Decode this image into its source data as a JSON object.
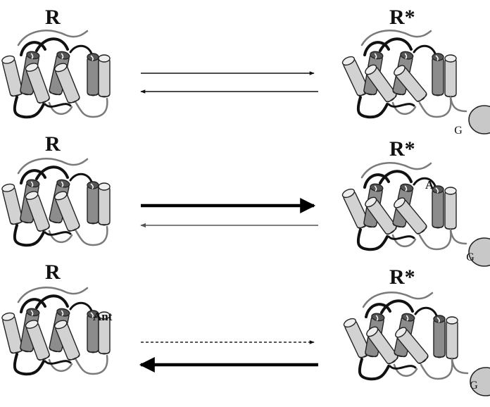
{
  "rows": [
    {
      "inactive_label": "R",
      "active_label": "R*",
      "ligand": "",
      "g_label": "G",
      "forward": "thin",
      "backward": "thin"
    },
    {
      "inactive_label": "R",
      "active_label": "R*",
      "ligand": "A",
      "g_label": "G",
      "forward": "bold",
      "backward": "faint"
    },
    {
      "inactive_label": "R",
      "active_label": "R*",
      "ligand": "Ant",
      "g_label": "G",
      "forward": "dashed",
      "backward": "bold"
    }
  ],
  "colors": {
    "helix_light": "#d2d2d2",
    "helix_dark": "#8c8c8c",
    "loop_dark": "#111111",
    "loop_gray": "#7a7a7a",
    "g_protein": "#c8c8c8"
  }
}
